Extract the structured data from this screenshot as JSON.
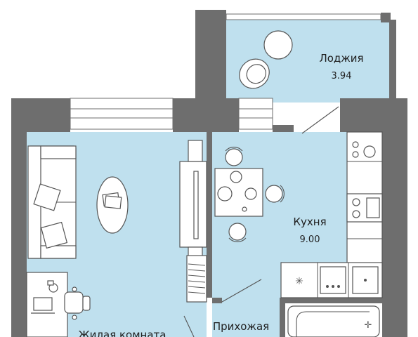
{
  "plan": {
    "colors": {
      "wall": "#6e6e6e",
      "floor": "#bfe0ee",
      "furniture": "#ffffff",
      "outline": "#555555"
    },
    "rooms": [
      {
        "id": "loggia",
        "name": "Лоджия",
        "area": "3.94"
      },
      {
        "id": "kitchen",
        "name": "Кухня",
        "area": "9.00"
      },
      {
        "id": "hall",
        "name": "Прихожая",
        "area": ""
      },
      {
        "id": "living",
        "name": "Жилая комната",
        "area": ""
      }
    ]
  }
}
